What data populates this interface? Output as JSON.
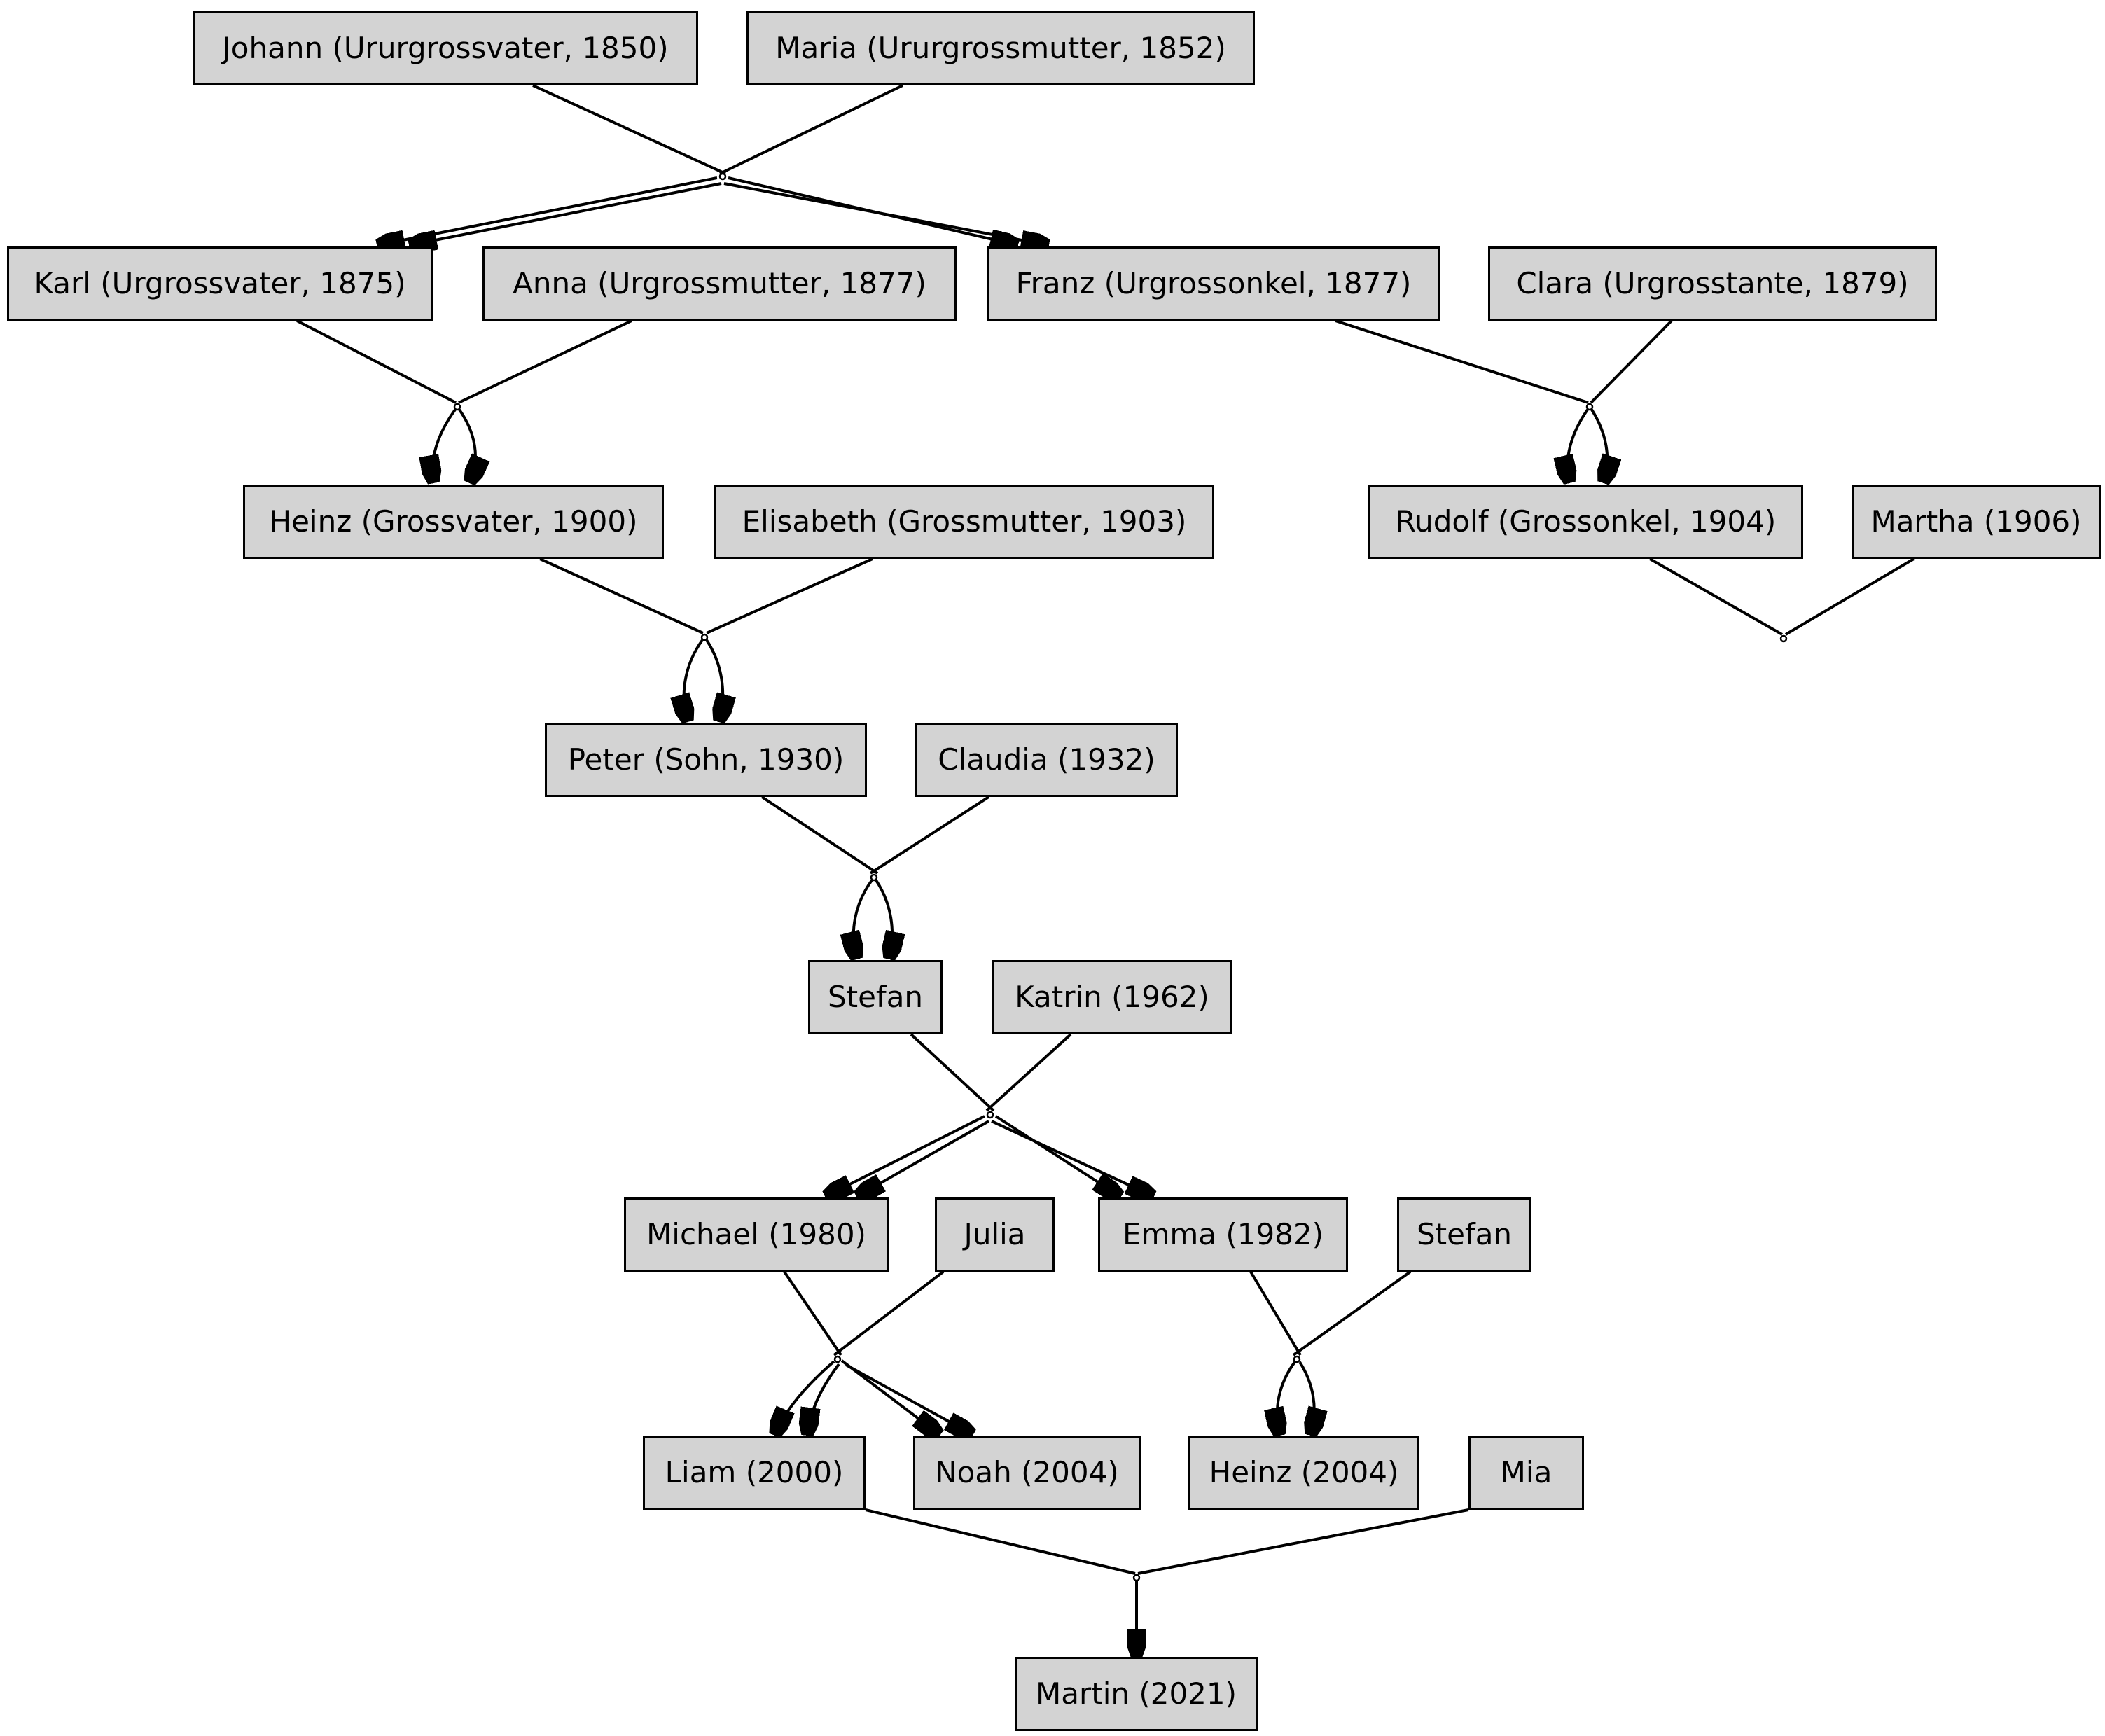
{
  "colors": {
    "node_fill": "#d3d3d3",
    "node_border": "#000000",
    "edge": "#000000",
    "background": "#ffffff",
    "text": "#000000"
  },
  "nodes": {
    "johann": {
      "label": "Johann (Ururgrossvater, 1850)"
    },
    "maria": {
      "label": "Maria (Ururgrossmutter, 1852)"
    },
    "karl": {
      "label": "Karl (Urgrossvater, 1875)"
    },
    "anna": {
      "label": "Anna (Urgrossmutter, 1877)"
    },
    "franz": {
      "label": "Franz (Urgrossonkel, 1877)"
    },
    "clara": {
      "label": "Clara (Urgrosstante, 1879)"
    },
    "heinz_sr": {
      "label": "Heinz (Grossvater, 1900)"
    },
    "elisabeth": {
      "label": "Elisabeth (Grossmutter, 1903)"
    },
    "rudolf": {
      "label": "Rudolf (Grossonkel, 1904)"
    },
    "martha": {
      "label": "Martha (1906)"
    },
    "peter": {
      "label": "Peter (Sohn, 1930)"
    },
    "claudia": {
      "label": "Claudia (1932)"
    },
    "stefan_sr": {
      "label": "Stefan"
    },
    "katrin": {
      "label": "Katrin (1962)"
    },
    "michael": {
      "label": "Michael (1980)"
    },
    "julia": {
      "label": "Julia"
    },
    "emma": {
      "label": "Emma (1982)"
    },
    "stefan_jr": {
      "label": "Stefan"
    },
    "liam": {
      "label": "Liam (2000)"
    },
    "noah": {
      "label": "Noah (2004)"
    },
    "heinz_jr": {
      "label": "Heinz (2004)"
    },
    "mia": {
      "label": "Mia"
    },
    "martin": {
      "label": "Martin (2021)"
    }
  },
  "unions": [
    {
      "parents": [
        "johann",
        "maria"
      ],
      "children": [
        "karl",
        "franz"
      ]
    },
    {
      "parents": [
        "karl",
        "anna"
      ],
      "children": [
        "heinz_sr"
      ]
    },
    {
      "parents": [
        "franz",
        "clara"
      ],
      "children": [
        "rudolf"
      ]
    },
    {
      "parents": [
        "rudolf",
        "martha"
      ],
      "children": []
    },
    {
      "parents": [
        "heinz_sr",
        "elisabeth"
      ],
      "children": [
        "peter"
      ]
    },
    {
      "parents": [
        "peter",
        "claudia"
      ],
      "children": [
        "stefan_sr"
      ]
    },
    {
      "parents": [
        "stefan_sr",
        "katrin"
      ],
      "children": [
        "michael",
        "emma"
      ]
    },
    {
      "parents": [
        "michael",
        "julia"
      ],
      "children": [
        "liam",
        "noah"
      ]
    },
    {
      "parents": [
        "emma",
        "stefan_jr"
      ],
      "children": [
        "heinz_jr"
      ]
    },
    {
      "parents": [
        "liam",
        "mia"
      ],
      "children": [
        "martin"
      ]
    }
  ]
}
